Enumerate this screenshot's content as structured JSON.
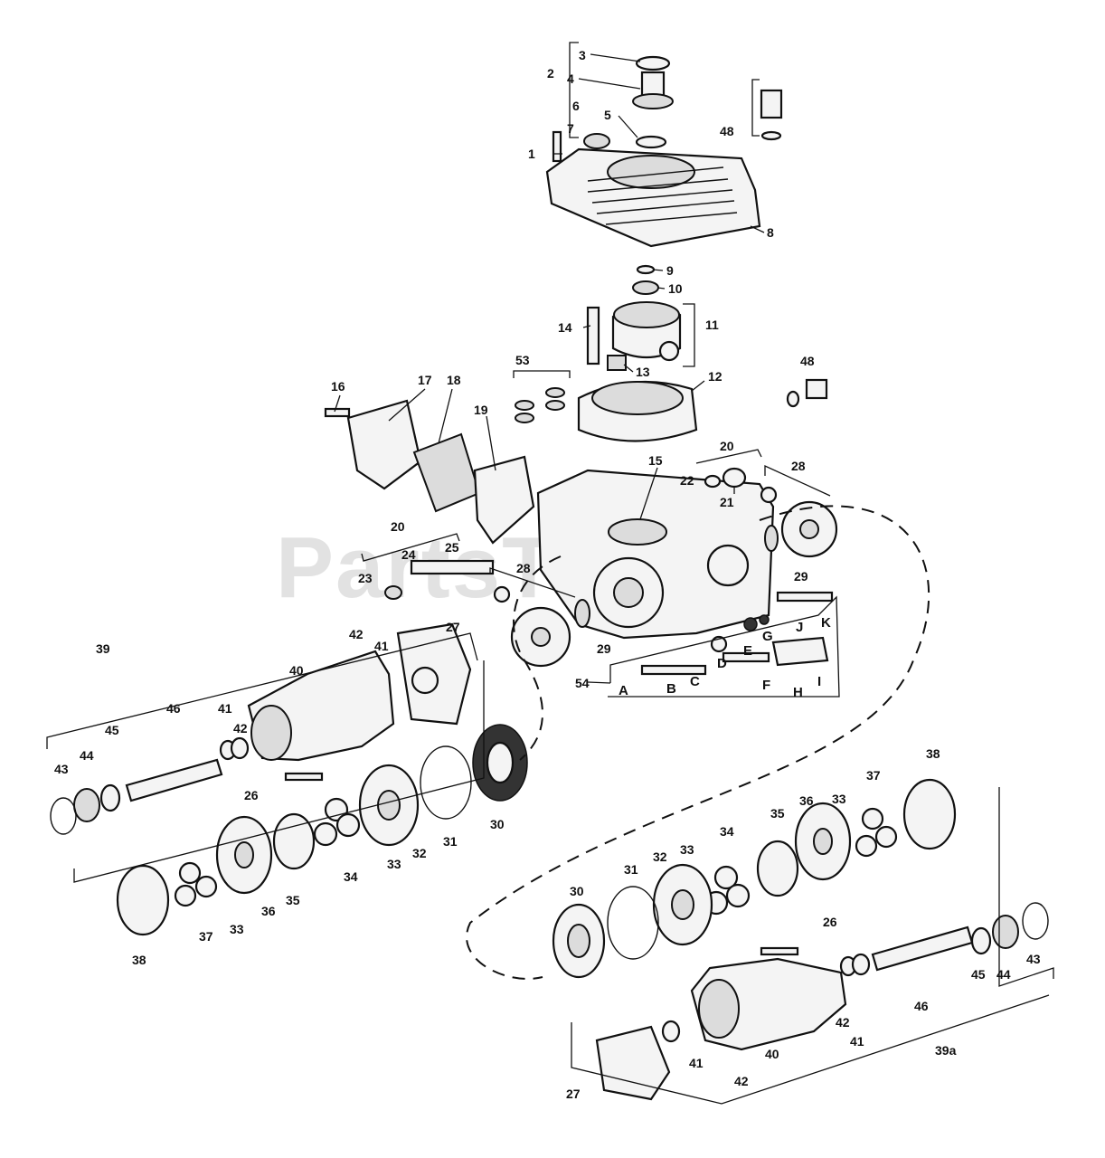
{
  "watermark": "PartsTree",
  "callouts": {
    "c1": "1",
    "c2": "2",
    "c3": "3",
    "c4": "4",
    "c5": "5",
    "c6": "6",
    "c7": "7",
    "c8": "8",
    "c9": "9",
    "c10": "10",
    "c11": "11",
    "c12": "12",
    "c13": "13",
    "c14": "14",
    "c15": "15",
    "c16": "16",
    "c17": "17",
    "c18": "18",
    "c19": "19",
    "c20a": "20",
    "c20b": "20",
    "c21": "21",
    "c22": "22",
    "c23": "23",
    "c24": "24",
    "c25": "25",
    "c26a": "26",
    "c26b": "26",
    "c27a": "27",
    "c27b": "27",
    "c28a": "28",
    "c28b": "28",
    "c29a": "29",
    "c29b": "29",
    "c30a": "30",
    "c30b": "30",
    "c31a": "31",
    "c31b": "31",
    "c32a": "32",
    "c32b": "32",
    "c33a": "33",
    "c33b": "33",
    "c33c": "33",
    "c33d": "33",
    "c34a": "34",
    "c34b": "34",
    "c35a": "35",
    "c35b": "35",
    "c36a": "36",
    "c36b": "36",
    "c37a": "37",
    "c37b": "37",
    "c38a": "38",
    "c38b": "38",
    "c39": "39",
    "c39a": "39a",
    "c40a": "40",
    "c40b": "40",
    "c41a": "41",
    "c41b": "41",
    "c41c": "41",
    "c41d": "41",
    "c42a": "42",
    "c42b": "42",
    "c42c": "42",
    "c42d": "42",
    "c43a": "43",
    "c43b": "43",
    "c44a": "44",
    "c44b": "44",
    "c45a": "45",
    "c45b": "45",
    "c46a": "46",
    "c46b": "46",
    "c48a": "48",
    "c48b": "48",
    "c53": "53",
    "c54": "54"
  },
  "letters": {
    "A": "A",
    "B": "B",
    "C": "C",
    "D": "D",
    "E": "E",
    "F": "F",
    "G": "G",
    "H": "H",
    "I": "I",
    "J": "J",
    "K": "K"
  }
}
